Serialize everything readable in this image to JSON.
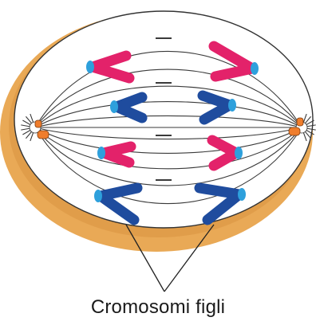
{
  "caption": "Cromosomi figli",
  "colors": {
    "cell_rim": "#e9a956",
    "cell_rim_shadow": "#c9863a",
    "cytoplasm": "#ffffff",
    "outline": "#333333",
    "spindle": "#3a3a3a",
    "centriole": "#ef7d2c",
    "chromosome_red": "#e3226a",
    "chromosome_blue": "#1f4c9e",
    "centromere": "#2ea0dc"
  },
  "chromosome_pairs": [
    {
      "name": "pair-1",
      "color": "red"
    },
    {
      "name": "pair-2",
      "color": "blue"
    },
    {
      "name": "pair-3",
      "color": "red"
    },
    {
      "name": "pair-4",
      "color": "blue"
    }
  ]
}
